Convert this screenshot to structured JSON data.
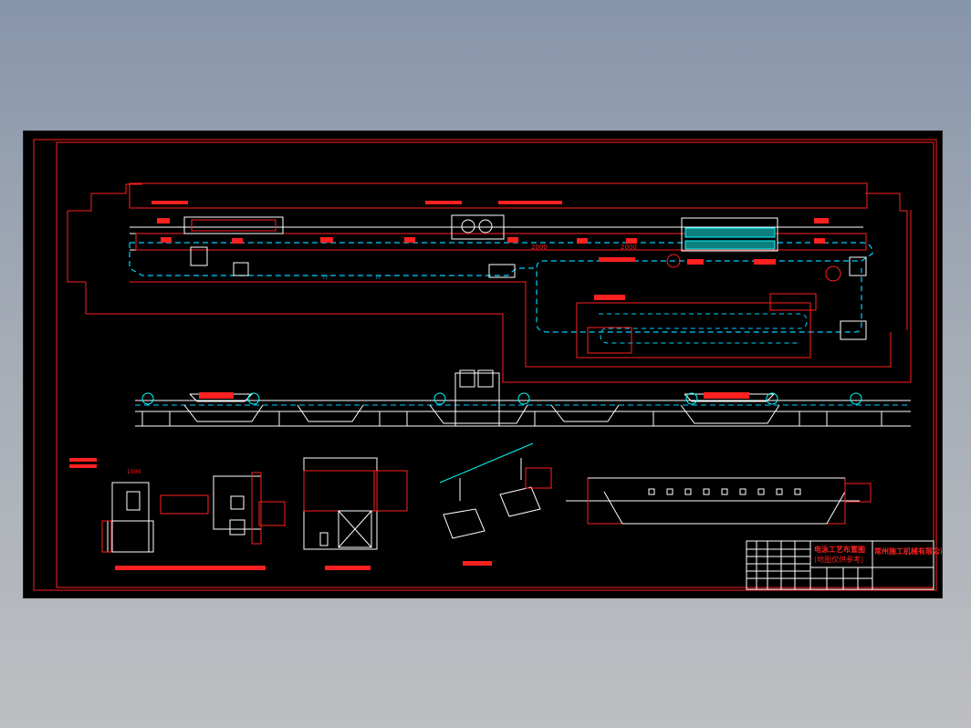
{
  "drawing": {
    "dim_2000": "2000",
    "dim_1500": "1500",
    "marks": [
      "??",
      "??"
    ]
  },
  "title_block": {
    "company": "常州施工机械有限公司",
    "drawing_title": "电泳工艺布置图",
    "drawing_subtitle": "(地图仅供参考)"
  },
  "colors": {
    "background": "#000000",
    "frame": "#ff2020",
    "conveyor": "#ffffff",
    "chain": "#00d0ff",
    "accent": "#00ffff"
  }
}
